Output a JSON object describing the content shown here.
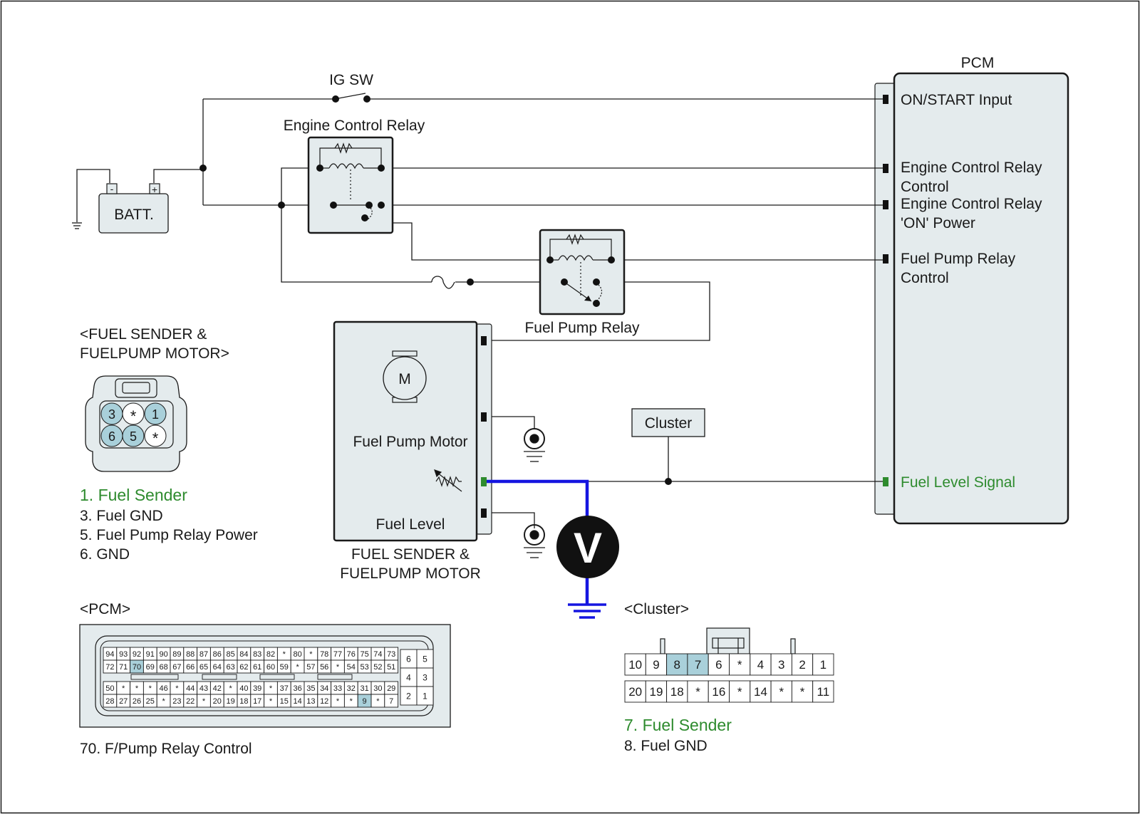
{
  "colors": {
    "box_fill": "#e4ebed",
    "pin_highlight": "#a9d0da",
    "measure_wire": "#1515e0",
    "signal_green": "#2e8b2e",
    "wire": "#1a1a1a"
  },
  "labels": {
    "ig_sw": "IG SW",
    "engine_control_relay": "Engine Control Relay",
    "batt": "BATT.",
    "batt_minus": "-",
    "batt_plus": "+",
    "fuel_pump_relay": "Fuel Pump Relay",
    "motor_symbol": "M",
    "fuel_pump_motor": "Fuel Pump Motor",
    "fuel_level": "Fuel Level",
    "module_caption_1": "FUEL SENDER &",
    "module_caption_2": "FUELPUMP MOTOR",
    "cluster": "Cluster",
    "voltmeter": "V"
  },
  "pcm": {
    "title": "PCM",
    "pins": [
      {
        "line1": "ON/START Input",
        "line2": ""
      },
      {
        "line1": "Engine Control Relay",
        "line2": "Control"
      },
      {
        "line1": "Engine Control Relay",
        "line2": "'ON' Power"
      },
      {
        "line1": "Fuel Pump Relay",
        "line2": "Control"
      },
      {
        "line1": "Fuel Level Signal",
        "line2": ""
      }
    ]
  },
  "fuel_connector": {
    "title_1": "<FUEL SENDER &",
    "title_2": "FUELPUMP MOTOR>",
    "pins_top": [
      "3",
      "*",
      "1"
    ],
    "pins_bottom": [
      "6",
      "5",
      "*"
    ],
    "legend": [
      "1. Fuel Sender",
      "3. Fuel GND",
      "5. Fuel Pump Relay Power",
      "6. GND"
    ]
  },
  "pcm_connector": {
    "title": "<PCM>",
    "row1": [
      "94",
      "93",
      "92",
      "91",
      "90",
      "89",
      "88",
      "87",
      "86",
      "85",
      "84",
      "83",
      "82",
      "*",
      "80",
      "*",
      "78",
      "77",
      "76",
      "75",
      "74",
      "73"
    ],
    "row2": [
      "72",
      "71",
      "70",
      "69",
      "68",
      "67",
      "66",
      "65",
      "64",
      "63",
      "62",
      "61",
      "60",
      "59",
      "*",
      "57",
      "56",
      "*",
      "54",
      "53",
      "52",
      "51"
    ],
    "row3": [
      "50",
      "*",
      "*",
      "*",
      "46",
      "*",
      "44",
      "43",
      "42",
      "*",
      "40",
      "39",
      "*",
      "37",
      "36",
      "35",
      "34",
      "33",
      "32",
      "31",
      "30",
      "29"
    ],
    "row4": [
      "28",
      "27",
      "26",
      "25",
      "*",
      "23",
      "22",
      "*",
      "20",
      "19",
      "18",
      "17",
      "*",
      "15",
      "14",
      "13",
      "12",
      "*",
      "*",
      "9",
      "*",
      "7"
    ],
    "side_rows": [
      [
        "6",
        "5"
      ],
      [
        "4",
        "3"
      ],
      [
        "2",
        "1"
      ]
    ],
    "note": "70. F/Pump Relay Control"
  },
  "cluster_connector": {
    "title": "<Cluster>",
    "row1": [
      "10",
      "9",
      "8",
      "7",
      "6",
      "*",
      "4",
      "3",
      "2",
      "1"
    ],
    "row2": [
      "20",
      "19",
      "18",
      "*",
      "16",
      "*",
      "14",
      "*",
      "*",
      "11"
    ],
    "legend": [
      "7. Fuel Sender",
      "8. Fuel GND"
    ]
  }
}
